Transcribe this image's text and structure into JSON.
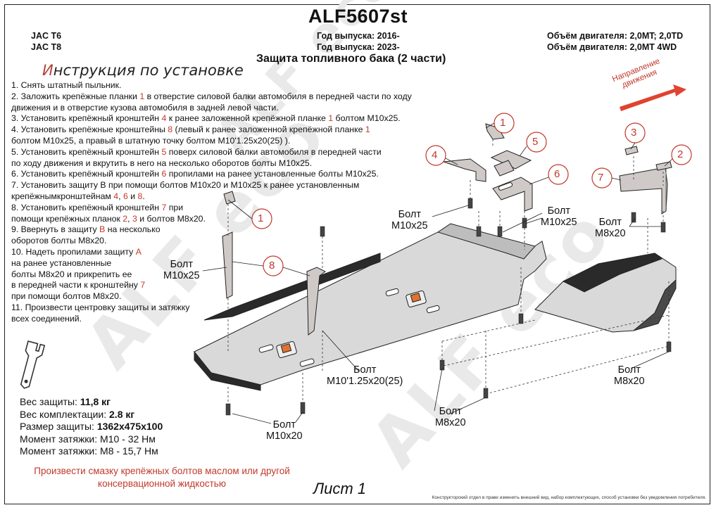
{
  "header": {
    "title": "ALF5607st",
    "models": [
      "JAC T6",
      "JAC T8"
    ],
    "years": [
      "Год выпуска: 2016-",
      "Год выпуска: 2023-"
    ],
    "engines": [
      "Объём двигателя: 2,0MT; 2,0TD",
      "Объём двигателя: 2,0MT 4WD"
    ],
    "subtitle": "Защита топливного бака (2 части)"
  },
  "instructions": {
    "title_first": "И",
    "title_rest": "нструкция по установке",
    "steps": [
      {
        "parts": [
          {
            "t": "1.   Снять штатный пыльник."
          }
        ]
      },
      {
        "parts": [
          {
            "t": "2.  Заложить крепёжные планки "
          },
          {
            "t": "1",
            "red": true
          },
          {
            "t": " в отверстие силовой балки автомобиля в передней части по ходу"
          }
        ]
      },
      {
        "parts": [
          {
            "t": "движения и в отверстие кузова автомобиля в задней левой части."
          }
        ]
      },
      {
        "parts": [
          {
            "t": "3.  Установить крепёжный кронштейн "
          },
          {
            "t": "4",
            "red": true
          },
          {
            "t": " к ранее заложенной крепёжной планке "
          },
          {
            "t": "1",
            "red": true
          },
          {
            "t": " болтом М10х25."
          }
        ]
      },
      {
        "parts": [
          {
            "t": "4.  Установить крепёжные кронштейны "
          },
          {
            "t": "8",
            "red": true
          },
          {
            "t": " (левый к ранее заложенной крепёжной планке "
          },
          {
            "t": "1",
            "red": true
          }
        ]
      },
      {
        "parts": [
          {
            "t": "болтом М10х25, а правый в штатную точку болтом М10'1.25х20(25) )."
          }
        ]
      },
      {
        "parts": [
          {
            "t": "5.  Установить крепёжный кронштейн "
          },
          {
            "t": "5",
            "red": true
          },
          {
            "t": " поверх силовой балки автомобиля в передней части"
          }
        ]
      },
      {
        "parts": [
          {
            "t": "по ходу движения и вкрутить в него на несколько оборотов болты М10х25."
          }
        ]
      },
      {
        "parts": [
          {
            "t": "6.  Установить крепёжный кронштейн "
          },
          {
            "t": "6",
            "red": true
          },
          {
            "t": " пропилами на ранее установленные болты М10х25."
          }
        ]
      },
      {
        "parts": [
          {
            "t": "7.  Установить защиту В при помощи болтов                   М10х20 и М10х25 к ранее установленным"
          }
        ]
      },
      {
        "parts": [
          {
            "t": "крепёжнымкронштейнам "
          },
          {
            "t": "4",
            "red": true
          },
          {
            "t": ", "
          },
          {
            "t": "6",
            "red": true
          },
          {
            "t": " и "
          },
          {
            "t": "8",
            "red": true
          },
          {
            "t": "."
          }
        ]
      },
      {
        "parts": [
          {
            "t": "8.   Установить крепёжный кронштейн "
          },
          {
            "t": "7",
            "red": true
          },
          {
            "t": " при"
          }
        ]
      },
      {
        "parts": [
          {
            "t": "помощи крепёжных планок "
          },
          {
            "t": "2",
            "red": true
          },
          {
            "t": ", "
          },
          {
            "t": "3",
            "red": true
          },
          {
            "t": " и болтов М8х20."
          }
        ]
      },
      {
        "parts": [
          {
            "t": "9.   Ввернуть в защиту "
          },
          {
            "t": "В",
            "red": true
          },
          {
            "t": " на несколько"
          }
        ]
      },
      {
        "parts": [
          {
            "t": "оборотов болты М8х20."
          }
        ]
      },
      {
        "parts": [
          {
            "t": "10. Надеть пропилами защиту "
          },
          {
            "t": "А",
            "red": true
          }
        ]
      },
      {
        "parts": [
          {
            "t": "на ранее установленные"
          }
        ]
      },
      {
        "parts": [
          {
            "t": "болты М8х20 и прикрепить ее"
          }
        ]
      },
      {
        "parts": [
          {
            "t": "в передней части к кронштейну "
          },
          {
            "t": "7",
            "red": true
          }
        ]
      },
      {
        "parts": [
          {
            "t": "при помощи болтов М8х20."
          }
        ]
      },
      {
        "parts": [
          {
            "t": "11.  Произвести центровку защиты и затяжку"
          }
        ]
      },
      {
        "parts": [
          {
            "t": "     всех соединений."
          }
        ]
      }
    ]
  },
  "specs": [
    {
      "label": "Вес защиты: ",
      "value": "11,8 кг",
      "bold": true
    },
    {
      "label": "Вес комплектации: ",
      "value": "2.8 кг",
      "bold": true
    },
    {
      "label": "Размер защиты: ",
      "value": "1362х475х100",
      "bold": true
    },
    {
      "label": "Момент затяжки:  ",
      "value": "М10 - 32 Нм",
      "bold": false
    },
    {
      "label": "Момент затяжки:  ",
      "value": "М8 - 15,7 Нм",
      "bold": false
    }
  ],
  "warning": [
    "Произвести смазку крепёжных болтов маслом или другой",
    "консервационной жидкостью"
  ],
  "sheet_label": "Лист 1",
  "footer_note": "Конструкторский отдел в праве изменять внешний вид, набор комплектующих, способ установки без уведомления потребителя.",
  "direction_label": [
    "Направление",
    "движения"
  ],
  "callouts": {
    "n1a": "1",
    "n1b": "1",
    "n2": "2",
    "n3": "3",
    "n4": "4",
    "n5": "5",
    "n6": "6",
    "n7": "7",
    "n8": "8"
  },
  "bolts": {
    "b1": [
      "Болт",
      "М10х25"
    ],
    "b2": [
      "Болт",
      "М10х25"
    ],
    "b3": [
      "Болт",
      "М10х25"
    ],
    "b4": [
      "Болт",
      "М8х20"
    ],
    "b5": [
      "Болт",
      "М10'1.25х20(25)"
    ],
    "b6": [
      "Болт",
      "М8х20"
    ],
    "b7": [
      "Болт",
      "М8х20"
    ],
    "b8": [
      "Болт",
      "М10х20"
    ]
  },
  "watermark": "ALF eco",
  "colors": {
    "accent_red": "#c0392b",
    "plate_fill": "#d9d9d9",
    "plate_dark": "#2a2a2a",
    "bracket_fill": "#cfcac7",
    "arrow_red": "#e0432f"
  }
}
